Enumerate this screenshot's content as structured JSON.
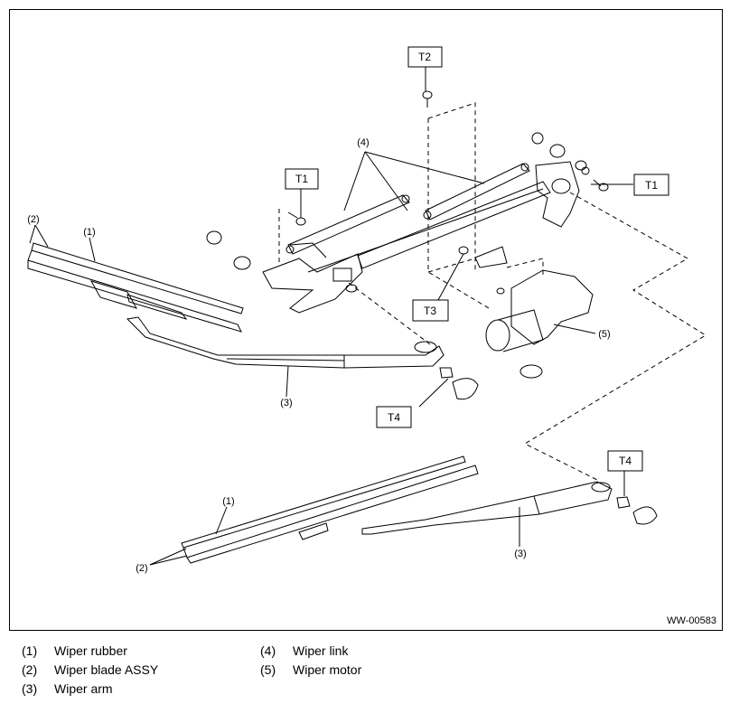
{
  "diagram": {
    "torque_labels": {
      "t1_left": "T1",
      "t1_right": "T1",
      "t2": "T2",
      "t3": "T3",
      "t4_upper": "T4",
      "t4_lower": "T4"
    },
    "callouts": {
      "c1_upper": "(1)",
      "c2_upper": "(2)",
      "c3_upper": "(3)",
      "c4": "(4)",
      "c5": "(5)",
      "c1_lower": "(1)",
      "c2_lower": "(2)",
      "c3_lower": "(3)"
    },
    "figure_code": "WW-00583"
  },
  "legend": [
    {
      "num": "(1)",
      "name": "Wiper rubber"
    },
    {
      "num": "(2)",
      "name": "Wiper blade ASSY"
    },
    {
      "num": "(3)",
      "name": "Wiper arm"
    },
    {
      "num": "(4)",
      "name": "Wiper link"
    },
    {
      "num": "(5)",
      "name": "Wiper motor"
    }
  ]
}
